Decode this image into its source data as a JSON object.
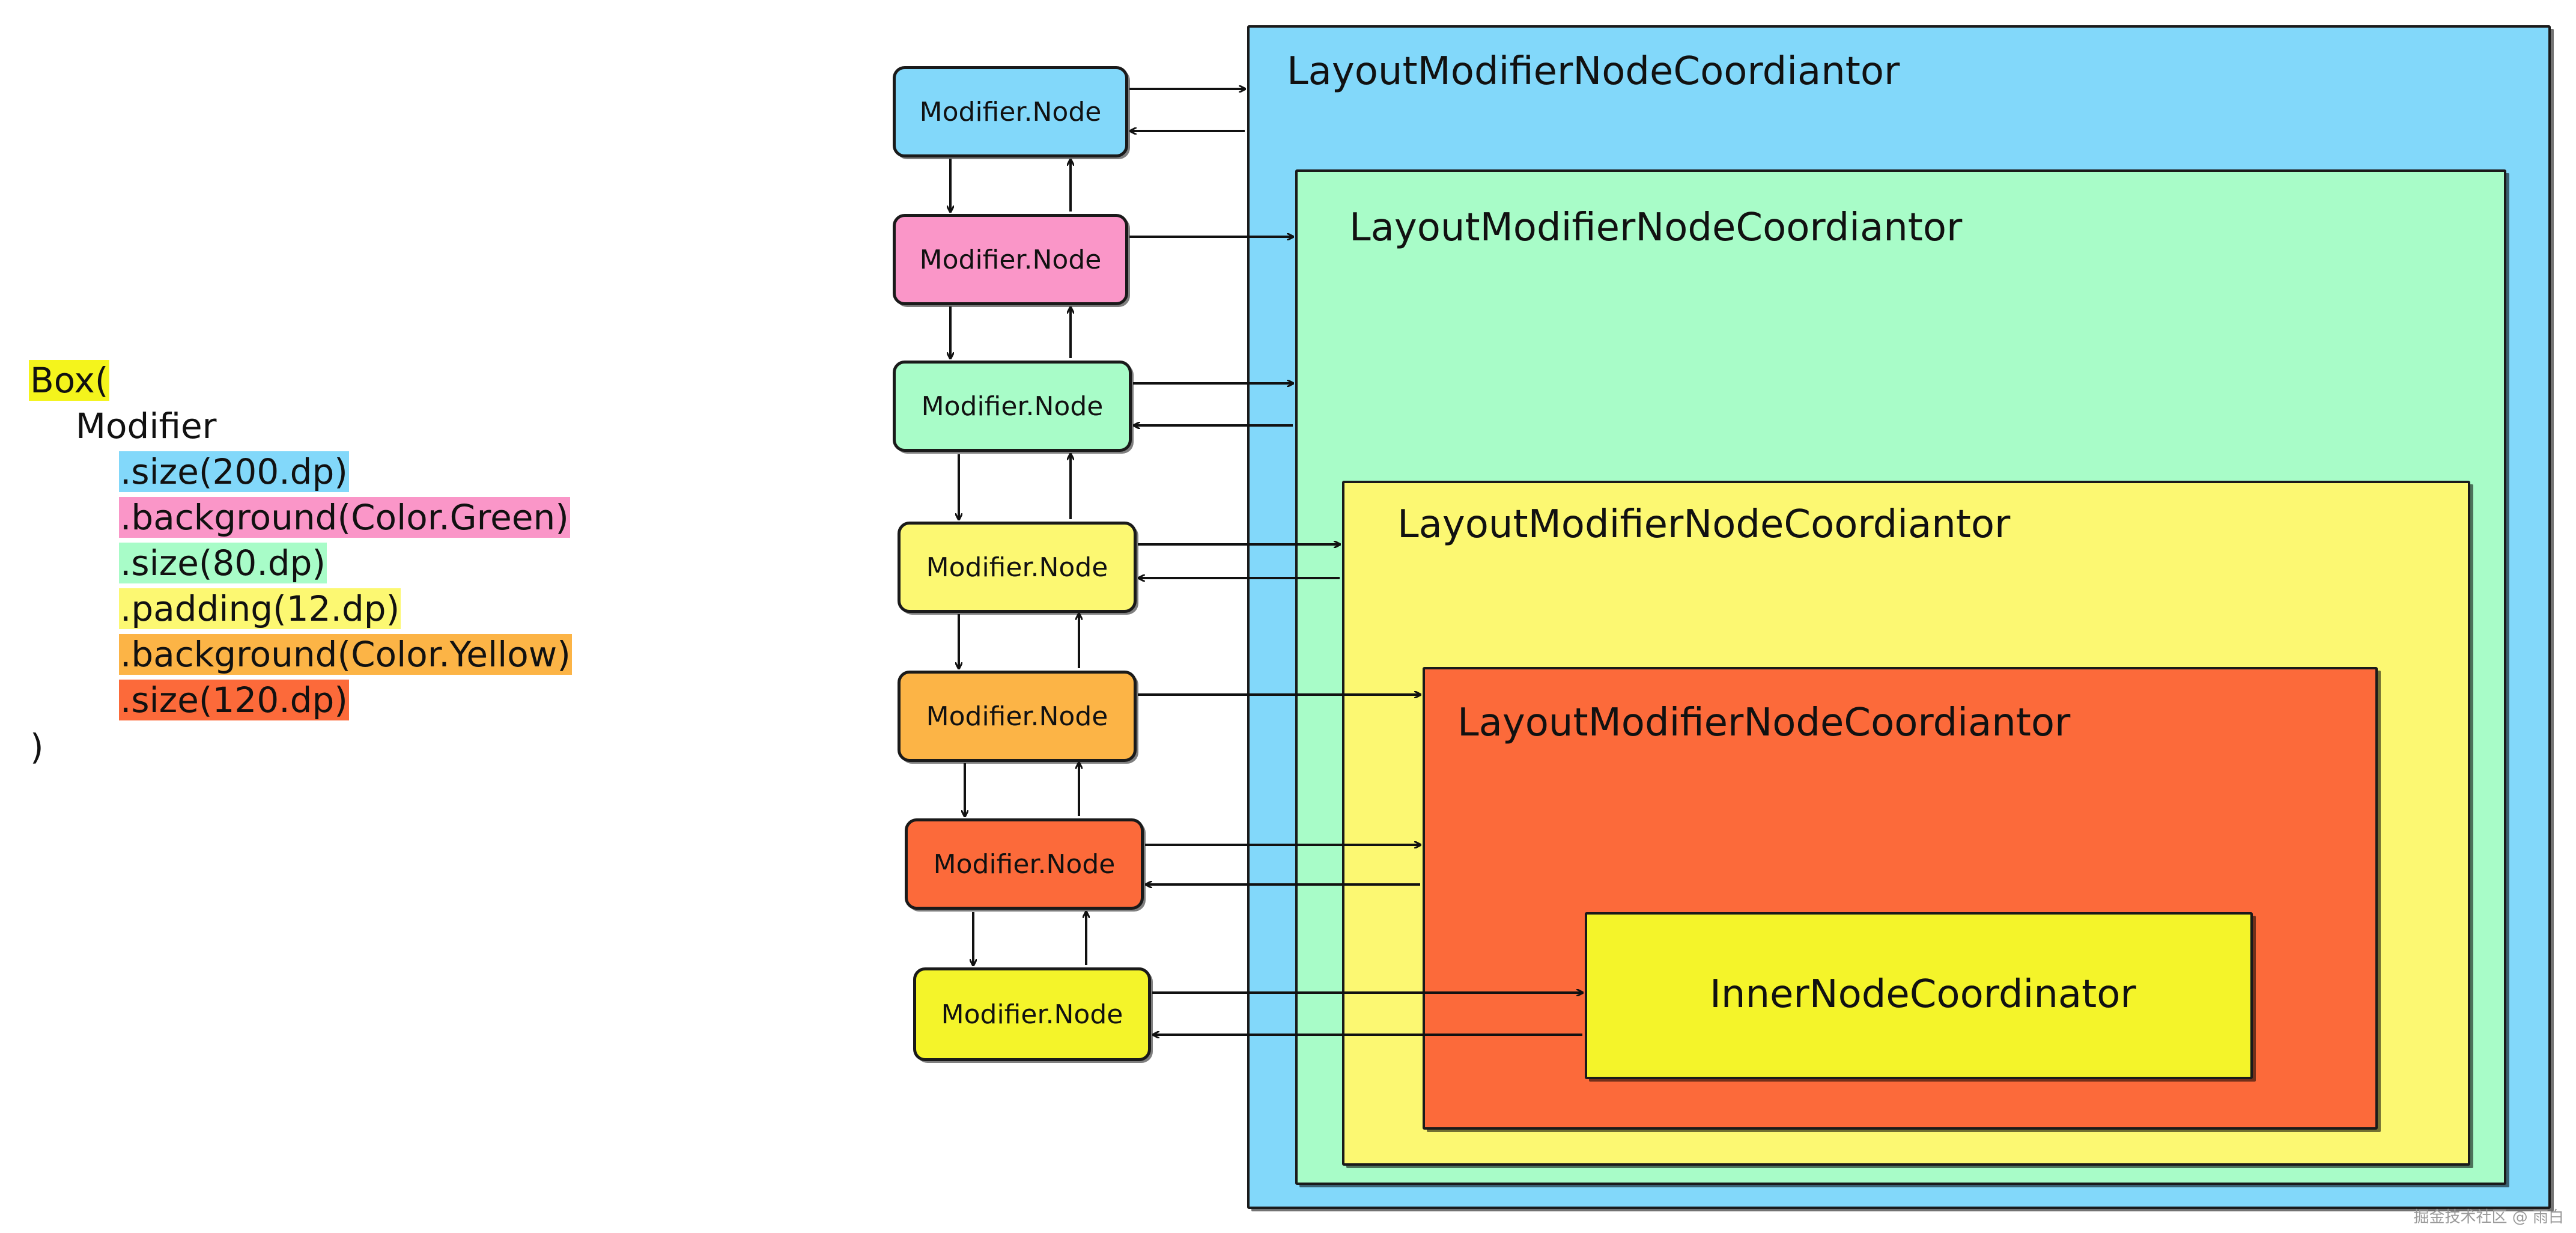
{
  "code": {
    "lines": [
      {
        "text": "Box(",
        "highlight": "#f4f41c",
        "indent": 0
      },
      {
        "text": "Modifier",
        "highlight": "",
        "indent": 1
      },
      {
        "text": ".size(200.dp)",
        "highlight": "#82d8fa",
        "indent": 2
      },
      {
        "text": ".background(Color.Green)",
        "highlight": "#fa96c8",
        "indent": 2
      },
      {
        "text": ".size(80.dp)",
        "highlight": "#a8fcc8",
        "indent": 2
      },
      {
        "text": ".padding(12.dp)",
        "highlight": "#fcf872",
        "indent": 2
      },
      {
        "text": ".background(Color.Yellow)",
        "highlight": "#fcb446",
        "indent": 2
      },
      {
        "text": ".size(120.dp)",
        "highlight": "#fc6a3a",
        "indent": 2
      },
      {
        "text": ")",
        "highlight": "",
        "indent": 0
      }
    ]
  },
  "nodes": [
    {
      "label": "Modifier.Node",
      "color": "#82d8fa"
    },
    {
      "label": "Modifier.Node",
      "color": "#fa96c8"
    },
    {
      "label": "Modifier.Node",
      "color": "#a8fcc8"
    },
    {
      "label": "Modifier.Node",
      "color": "#fcf872"
    },
    {
      "label": "Modifier.Node",
      "color": "#fcb446"
    },
    {
      "label": "Modifier.Node",
      "color": "#fc6a3a"
    },
    {
      "label": "Modifier.Node",
      "color": "#f4f42a"
    }
  ],
  "coordinators": [
    {
      "label": "LayoutModifierNodeCoordiantor",
      "color": "#82d8fa"
    },
    {
      "label": "LayoutModifierNodeCoordiantor",
      "color": "#a8fcc8"
    },
    {
      "label": "LayoutModifierNodeCoordiantor",
      "color": "#fcf872"
    },
    {
      "label": "LayoutModifierNodeCoordiantor",
      "color": "#fc6a3a"
    }
  ],
  "inner": {
    "label": "InnerNodeCoordinator",
    "color": "#f4f42a"
  },
  "watermark": "掘金技术社区 @ 雨白"
}
